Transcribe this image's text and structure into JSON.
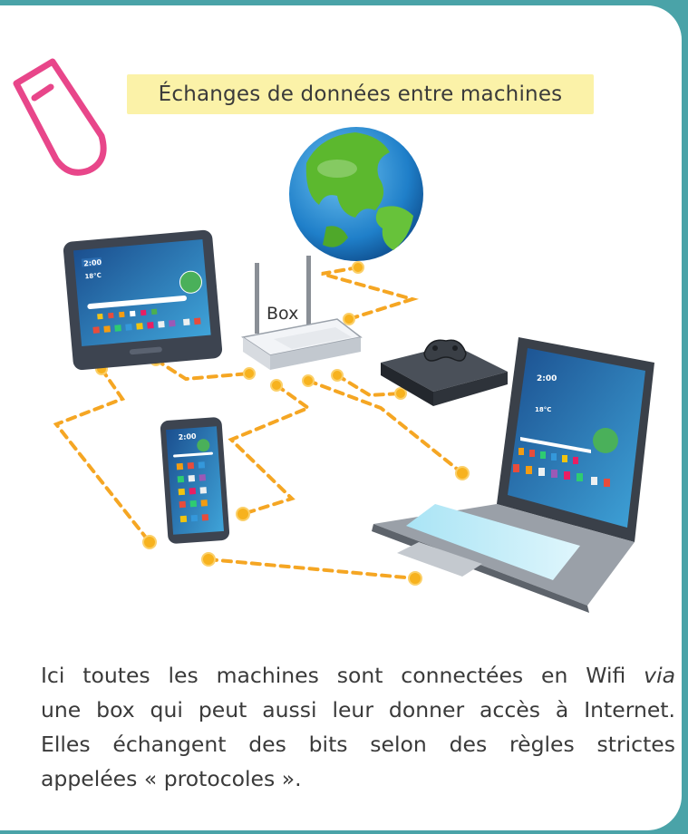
{
  "title": "Échanges de données entre machines",
  "box_label": "Box",
  "tablet": {
    "time": "2:00",
    "temp": "18°C"
  },
  "phone": {
    "time": "2:00"
  },
  "laptop": {
    "time": "2:00",
    "temp": "18°C"
  },
  "caption": {
    "line1_a": "Ici toutes les machines sont connectées en Wifi ",
    "line1_b": "via",
    "line2": "une box qui peut aussi leur donner accès à Internet.",
    "line3": "Elles échangent des bits selon des règles strictes",
    "line4": "appelées « protocoles »."
  },
  "colors": {
    "accent_pink": "#e8468a",
    "link_orange": "#f5a623",
    "title_bg": "#fbf2a8",
    "frame_teal": "#4aa3a8"
  },
  "icons": [
    "finger-tab-icon",
    "globe-icon",
    "router-icon",
    "tablet-icon",
    "phone-icon",
    "laptop-icon",
    "console-icon",
    "gamepad-icon"
  ]
}
